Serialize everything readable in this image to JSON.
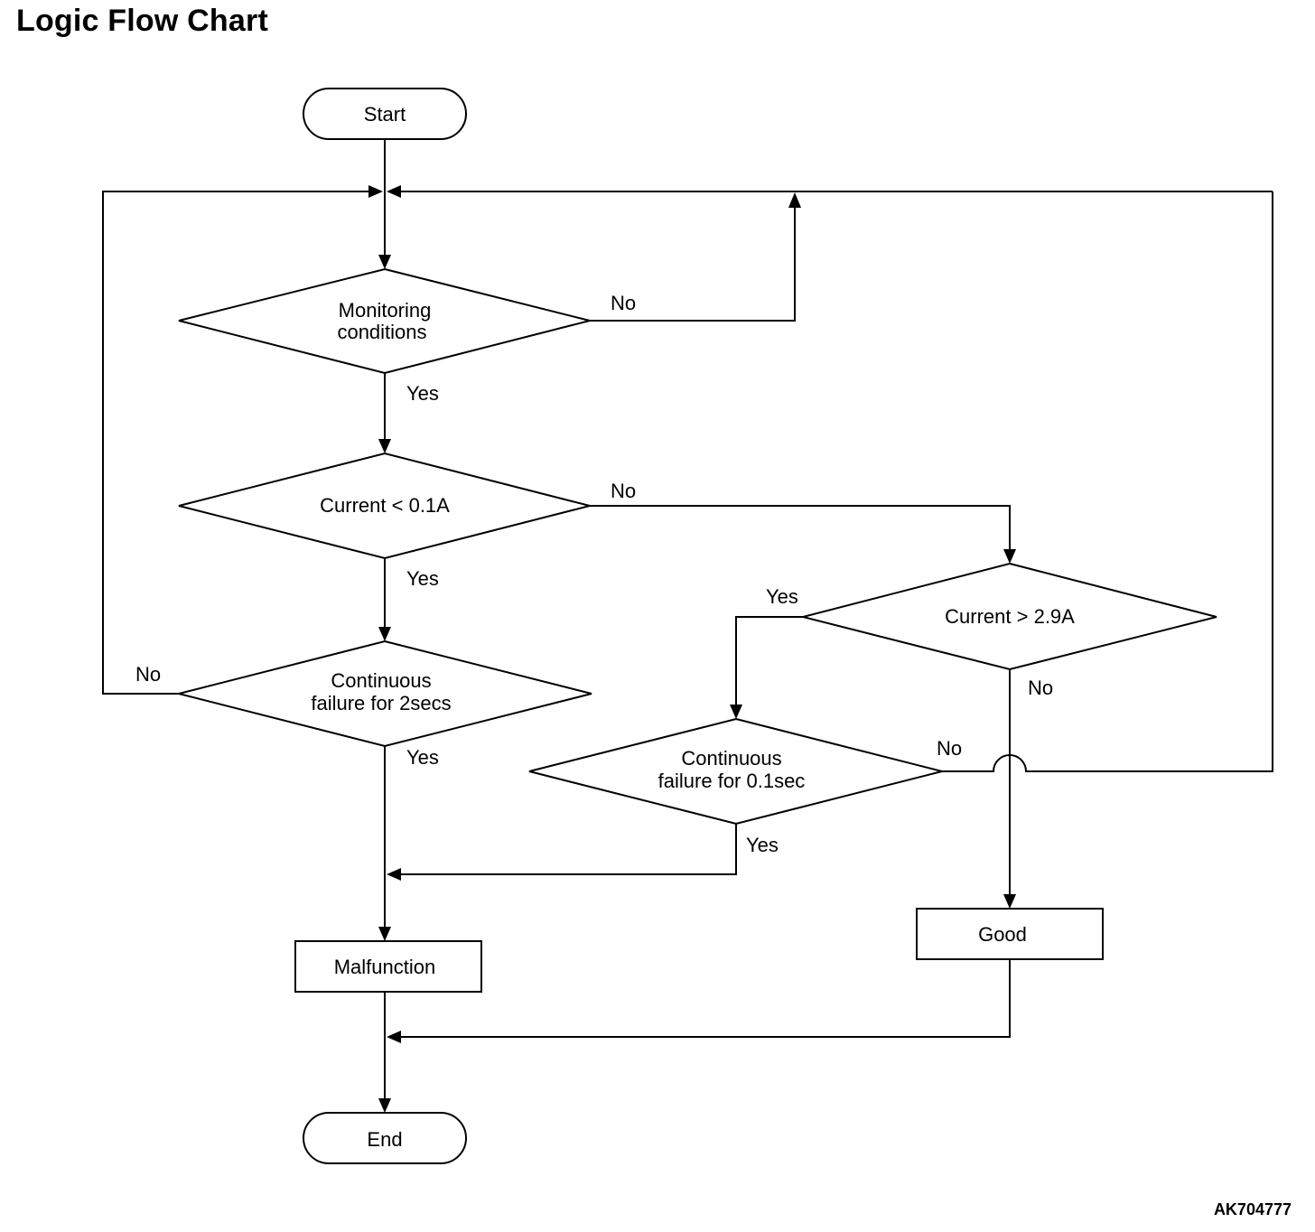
{
  "title": "Logic Flow Chart",
  "figure_id": "AK704777",
  "nodes": {
    "start": "Start",
    "monitoring": [
      "Monitoring",
      "conditions"
    ],
    "current_low": "Current < 0.1A",
    "continuous_2s": [
      "Continuous",
      "failure for 2secs"
    ],
    "current_high": "Current > 2.9A",
    "continuous_01s": [
      "Continuous",
      "failure for 0.1sec"
    ],
    "malfunction": "Malfunction",
    "good": "Good",
    "end": "End"
  },
  "edge_labels": {
    "monitoring_no": "No",
    "monitoring_yes": "Yes",
    "current_low_no": "No",
    "current_low_yes": "Yes",
    "continuous_2s_no": "No",
    "continuous_2s_yes": "Yes",
    "current_high_yes": "Yes",
    "current_high_no": "No",
    "continuous_01s_no": "No",
    "continuous_01s_yes": "Yes"
  }
}
